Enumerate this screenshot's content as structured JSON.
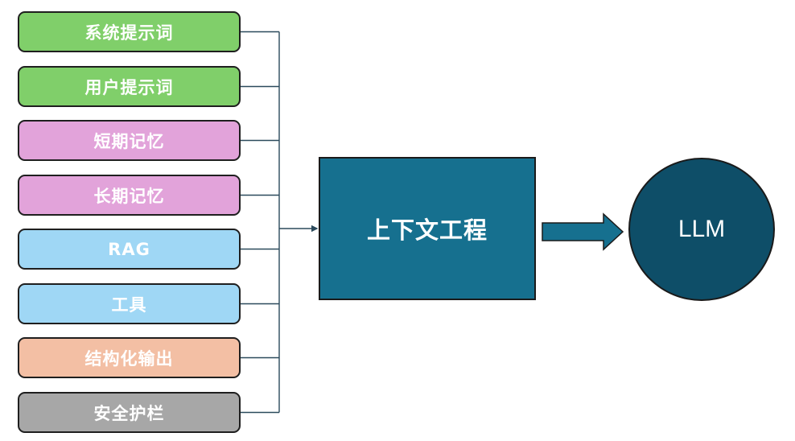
{
  "inputs": [
    {
      "label": "系统提示词",
      "color": "#80cf6a"
    },
    {
      "label": "用户提示词",
      "color": "#80cf6a"
    },
    {
      "label": "短期记忆",
      "color": "#e2a3da"
    },
    {
      "label": "长期记忆",
      "color": "#e2a3da"
    },
    {
      "label": "RAG",
      "color": "#9fd7f5"
    },
    {
      "label": "工具",
      "color": "#9fd7f5"
    },
    {
      "label": "结构化输出",
      "color": "#f3bfa4"
    },
    {
      "label": "安全护栏",
      "color": "#a7a7a7"
    }
  ],
  "center": {
    "label": "上下文工程",
    "color": "#16708f"
  },
  "output": {
    "label": "LLM",
    "color": "#0e4e68"
  }
}
